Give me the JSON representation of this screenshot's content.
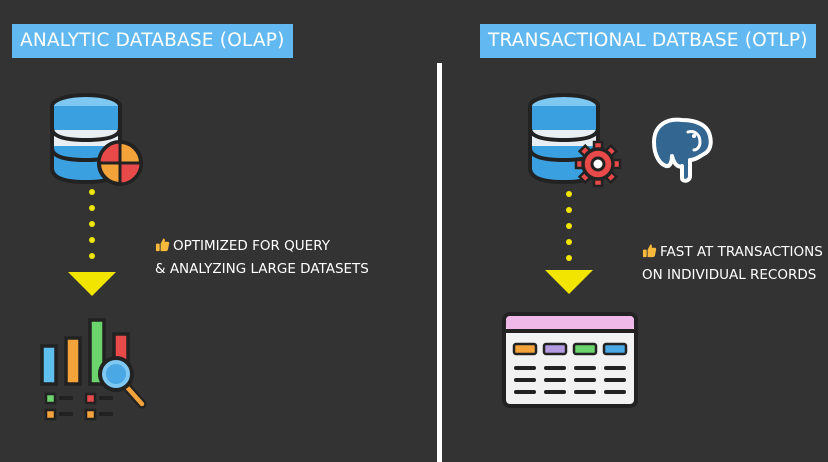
{
  "left_panel": {
    "title": "ANALYTIC DATABASE (OLAP)",
    "caption_line1": "OPTIMIZED FOR QUERY",
    "caption_line2": "& ANALYZING LARGE DATASETS",
    "icons": [
      "database-icon",
      "pie-chart-icon",
      "arrow-down-icon",
      "bar-chart-icon",
      "magnifier-icon",
      "thumbs-up-icon"
    ]
  },
  "right_panel": {
    "title": "TRANSACTIONAL DATBASE (OTLP)",
    "caption_line1": "FAST AT TRANSACTIONS",
    "caption_line2": "ON INDIVIDUAL RECORDS",
    "icons": [
      "database-icon",
      "gear-icon",
      "postgresql-elephant-icon",
      "arrow-down-icon",
      "table-window-icon",
      "thumbs-up-icon"
    ]
  },
  "colors": {
    "background": "#333333",
    "title_badge": "#62b8f0",
    "arrow": "#f2e600",
    "divider": "#ffffff"
  }
}
